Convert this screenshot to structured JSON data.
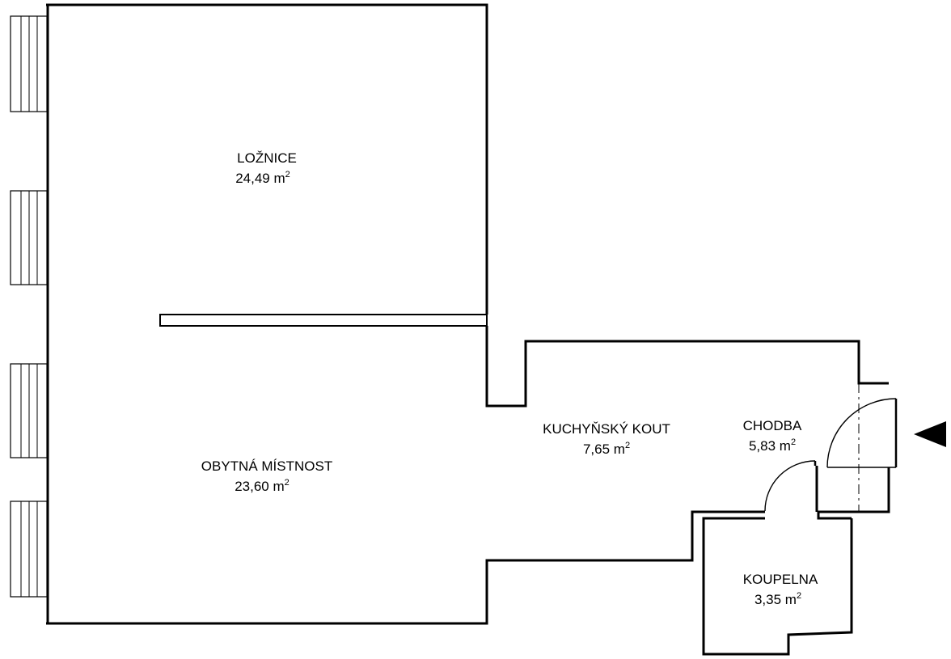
{
  "colors": {
    "wall": "#000000",
    "background": "#ffffff"
  },
  "rooms": [
    {
      "name": "LOŽNICE",
      "area": "24,49",
      "unit": "m",
      "unit_exp": "2"
    },
    {
      "name": "OBYTNÁ MÍSTNOST",
      "area": "23,60",
      "unit": "m",
      "unit_exp": "2"
    },
    {
      "name": "KUCHYŇSKÝ KOUT",
      "area": "7,65",
      "unit": "m",
      "unit_exp": "2"
    },
    {
      "name": "CHODBA",
      "area": "5,83",
      "unit": "m",
      "unit_exp": "2"
    },
    {
      "name": "KOUPELNA",
      "area": "3,35",
      "unit": "m",
      "unit_exp": "2"
    }
  ],
  "entrance_marker": {
    "icon": "arrow-left-icon"
  }
}
